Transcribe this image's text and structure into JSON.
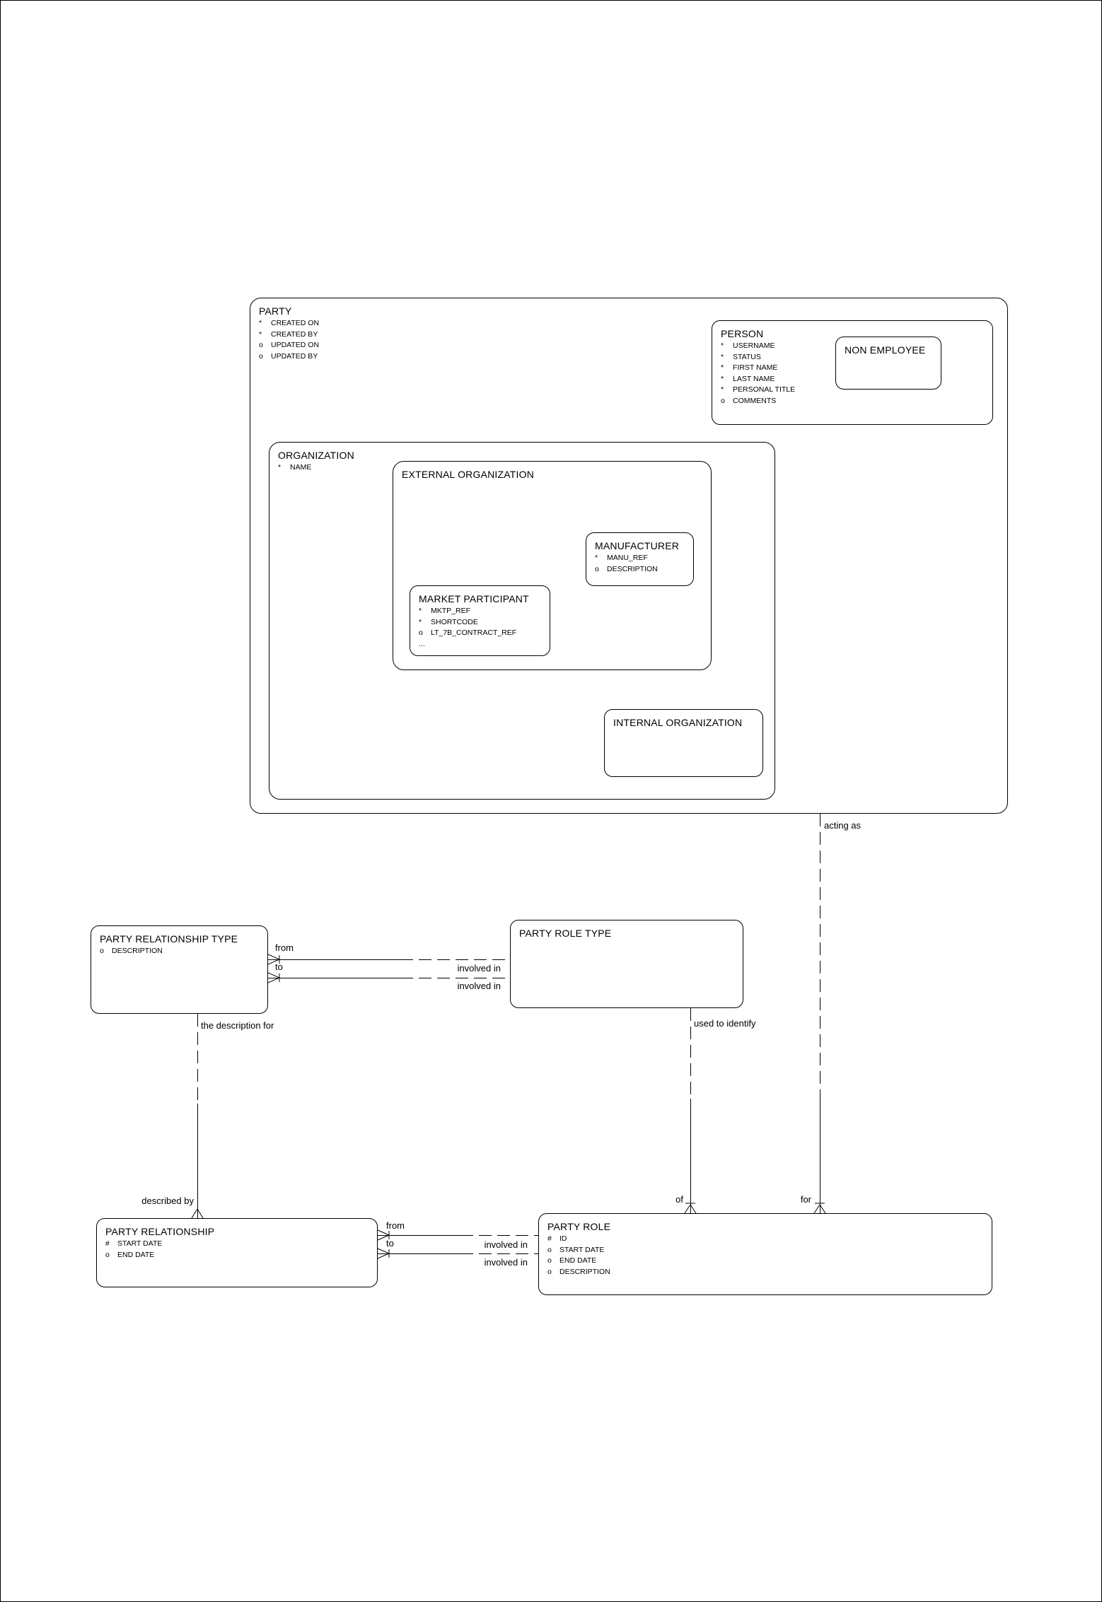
{
  "entities": {
    "party": {
      "name": "PARTY",
      "attrs": [
        {
          "p": "*",
          "t": "CREATED ON"
        },
        {
          "p": "*",
          "t": "CREATED BY"
        },
        {
          "p": "o",
          "t": "UPDATED ON"
        },
        {
          "p": "o",
          "t": "UPDATED BY"
        }
      ]
    },
    "person": {
      "name": "PERSON",
      "attrs": [
        {
          "p": "*",
          "t": "USERNAME"
        },
        {
          "p": "*",
          "t": "STATUS"
        },
        {
          "p": "*",
          "t": "FIRST NAME"
        },
        {
          "p": "*",
          "t": "LAST NAME"
        },
        {
          "p": "*",
          "t": "PERSONAL TITLE"
        },
        {
          "p": "o",
          "t": "COMMENTS"
        }
      ]
    },
    "non_employee": {
      "name": "NON EMPLOYEE",
      "attrs": []
    },
    "organization": {
      "name": "ORGANIZATION",
      "attrs": [
        {
          "p": "*",
          "t": "NAME"
        }
      ]
    },
    "external_organization": {
      "name": "EXTERNAL ORGANIZATION",
      "attrs": []
    },
    "manufacturer": {
      "name": "MANUFACTURER",
      "attrs": [
        {
          "p": "*",
          "t": "MANU_REF"
        },
        {
          "p": "o",
          "t": "DESCRIPTION"
        }
      ]
    },
    "market_participant": {
      "name": "MARKET PARTICIPANT",
      "attrs": [
        {
          "p": "*",
          "t": "MKTP_REF"
        },
        {
          "p": "*",
          "t": "SHORTCODE"
        },
        {
          "p": "o",
          "t": "LT_7B_CONTRACT_REF"
        },
        {
          "p": "...",
          "t": ""
        }
      ]
    },
    "internal_organization": {
      "name": "INTERNAL ORGANIZATION",
      "attrs": []
    },
    "party_relationship_type": {
      "name": "PARTY RELATIONSHIP TYPE",
      "attrs": [
        {
          "p": "o",
          "t": "DESCRIPTION"
        }
      ]
    },
    "party_role_type": {
      "name": "PARTY ROLE TYPE",
      "attrs": []
    },
    "party_relationship": {
      "name": "PARTY RELATIONSHIP",
      "attrs": [
        {
          "p": "#",
          "t": "START DATE"
        },
        {
          "p": "o",
          "t": "END DATE"
        }
      ]
    },
    "party_role": {
      "name": "PARTY ROLE",
      "attrs": [
        {
          "p": "#",
          "t": "ID"
        },
        {
          "p": "o",
          "t": "START DATE"
        },
        {
          "p": "o",
          "t": "END DATE"
        },
        {
          "p": "o",
          "t": "DESCRIPTION"
        }
      ]
    }
  },
  "relationships": {
    "acting_as": {
      "label": "acting as"
    },
    "for_role": {
      "label": "for"
    },
    "of_role": {
      "label": "of"
    },
    "used_to_identify": {
      "label": "used to identify"
    },
    "the_description_for": {
      "label": "the description for"
    },
    "described_by": {
      "label": "described by"
    },
    "type_from": {
      "label": "from"
    },
    "type_to": {
      "label": "to"
    },
    "type_involved_in_from": {
      "label": "involved in"
    },
    "type_involved_in_to": {
      "label": "involved in"
    },
    "rel_from": {
      "label": "from"
    },
    "rel_to": {
      "label": "to"
    },
    "rel_involved_in_from": {
      "label": "involved in"
    },
    "rel_involved_in_to": {
      "label": "involved in"
    }
  },
  "colors": {
    "line": "#000000",
    "background": "#ffffff",
    "text": "#000000"
  }
}
